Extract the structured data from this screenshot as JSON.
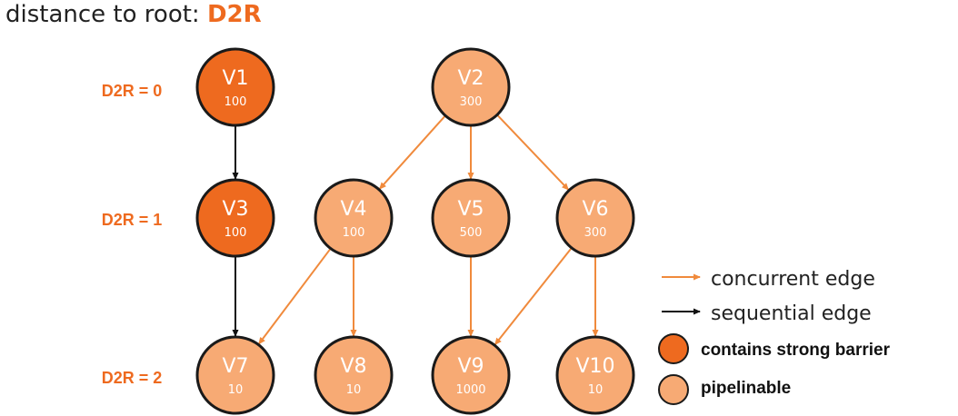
{
  "title": {
    "prefix": "distance to root: ",
    "highlight": "D2R"
  },
  "colors": {
    "barrier_fill": "#ee6a1f",
    "pipeline_fill": "#f7aa74",
    "node_stroke": "#1a1a1a",
    "concurrent_edge": "#f08a3c",
    "sequential_edge": "#111111",
    "level_label": "#ee6a1f"
  },
  "levels": [
    {
      "label": "D2R = 0"
    },
    {
      "label": "D2R = 1"
    },
    {
      "label": "D2R = 2"
    }
  ],
  "nodes": [
    {
      "id": "V1",
      "value": "100",
      "type": "barrier"
    },
    {
      "id": "V2",
      "value": "300",
      "type": "pipelinable"
    },
    {
      "id": "V3",
      "value": "100",
      "type": "barrier"
    },
    {
      "id": "V4",
      "value": "100",
      "type": "pipelinable"
    },
    {
      "id": "V5",
      "value": "500",
      "type": "pipelinable"
    },
    {
      "id": "V6",
      "value": "300",
      "type": "pipelinable"
    },
    {
      "id": "V7",
      "value": "10",
      "type": "pipelinable"
    },
    {
      "id": "V8",
      "value": "10",
      "type": "pipelinable"
    },
    {
      "id": "V9",
      "value": "1000",
      "type": "pipelinable"
    },
    {
      "id": "V10",
      "value": "10",
      "type": "pipelinable"
    }
  ],
  "edges": [
    {
      "from": "V1",
      "to": "V3",
      "kind": "sequential"
    },
    {
      "from": "V3",
      "to": "V7",
      "kind": "sequential"
    },
    {
      "from": "V2",
      "to": "V4",
      "kind": "concurrent"
    },
    {
      "from": "V2",
      "to": "V5",
      "kind": "concurrent"
    },
    {
      "from": "V2",
      "to": "V6",
      "kind": "concurrent"
    },
    {
      "from": "V4",
      "to": "V7",
      "kind": "concurrent"
    },
    {
      "from": "V4",
      "to": "V8",
      "kind": "concurrent"
    },
    {
      "from": "V5",
      "to": "V9",
      "kind": "concurrent"
    },
    {
      "from": "V6",
      "to": "V9",
      "kind": "concurrent"
    },
    {
      "from": "V6",
      "to": "V10",
      "kind": "concurrent"
    }
  ],
  "legend": {
    "concurrent": "concurrent edge",
    "sequential": "sequential edge",
    "barrier": "contains strong barrier",
    "pipelinable": "pipelinable"
  }
}
